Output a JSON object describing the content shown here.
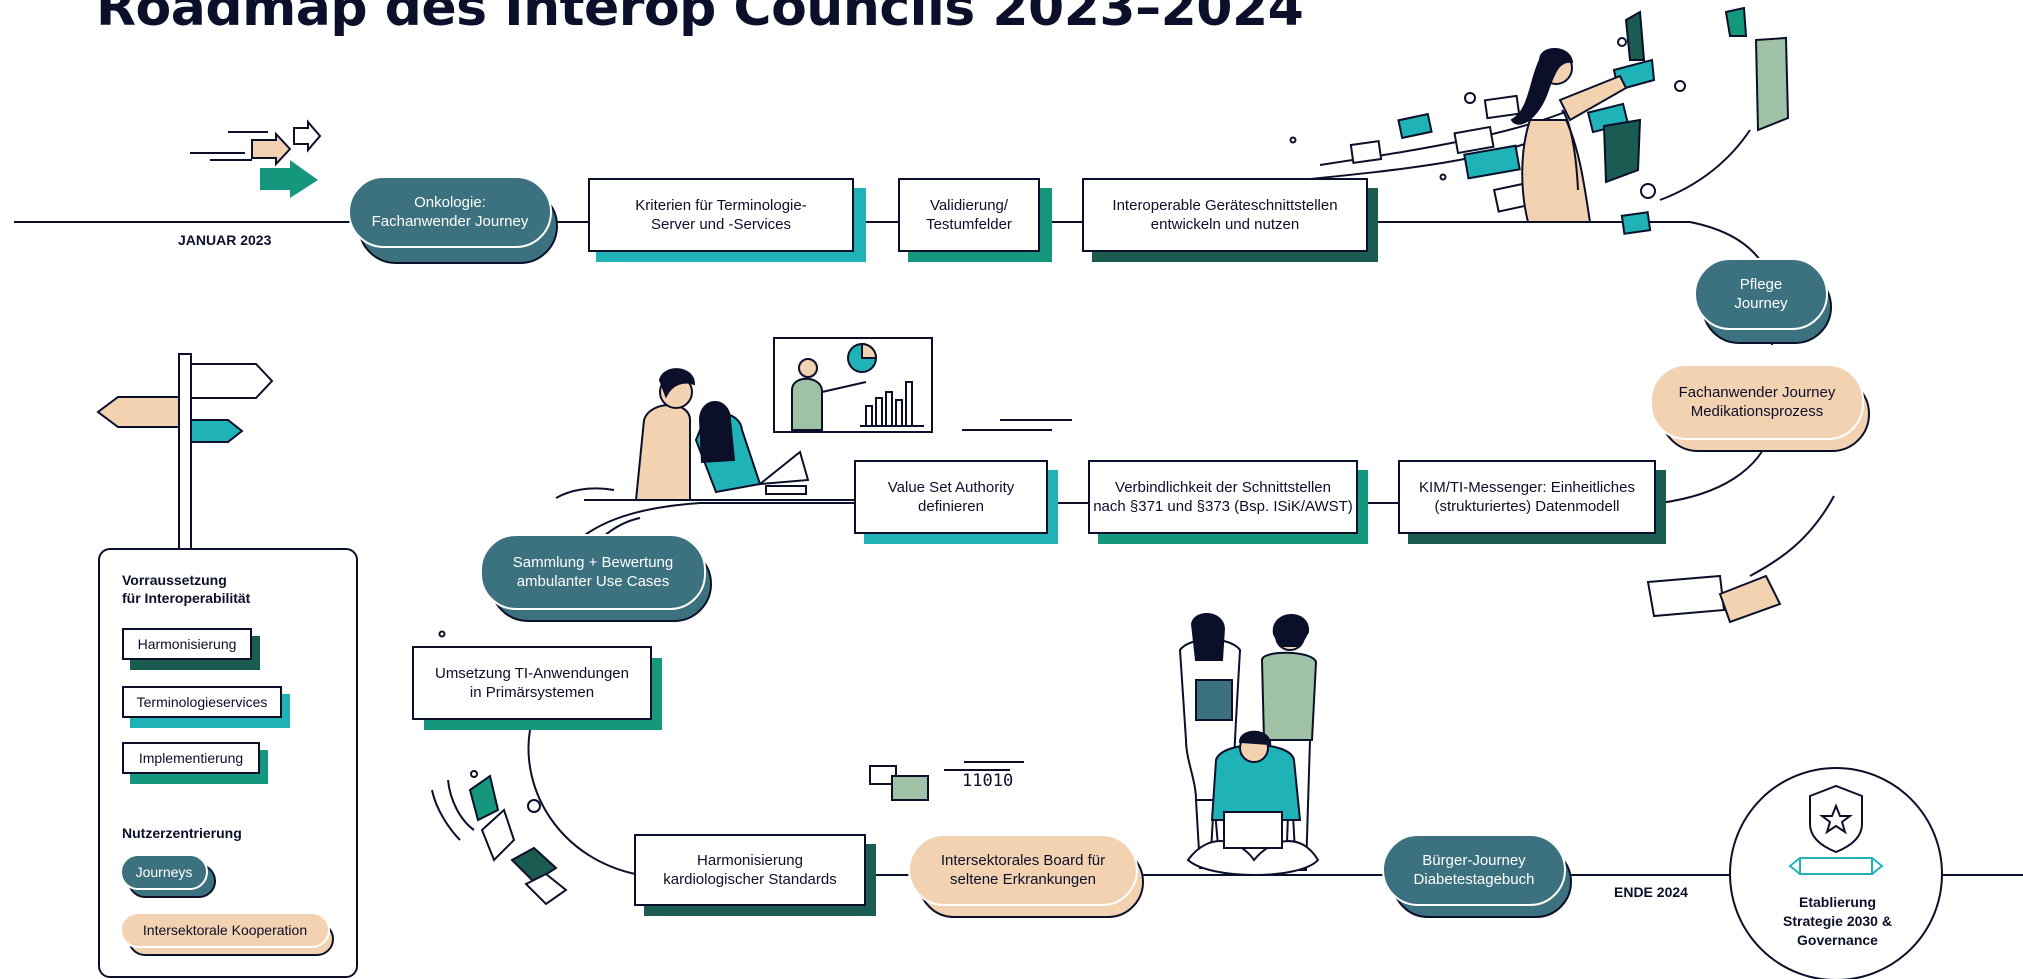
{
  "title": "Roadmap des Interop Councils 2023–2024",
  "colors": {
    "navy": "#0b0f2a",
    "teal_pill": "#3c717f",
    "shadow_dark": "#1b5c52",
    "shadow_light": "#1fb3b8",
    "shadow_mid": "#15977e",
    "peach": "#f3d2b1",
    "sage": "#9fc2a6"
  },
  "timeline": {
    "start_label": "JANUAR 2023",
    "end_label": "ENDE 2024"
  },
  "row1": {
    "pill_onkologie": "Onkologie:\nFachanwender Journey",
    "box_terminologie": "Kriterien für Terminologie-\nServer und -Services",
    "box_validierung": "Validierung/\nTestumfelder",
    "box_geraete": "Interoperable Geräteschnittstellen\nentwickeln und nutzen"
  },
  "curve_right": {
    "pill_pflege": "Pflege\nJourney",
    "pill_medikation": "Fachanwender Journey\nMedikationsprozess"
  },
  "row2": {
    "box_value_set": "Value Set Authority\ndefinieren",
    "box_verbindlichkeit": "Verbindlichkeit der Schnittstellen\nnach §371 und §373 (Bsp. ISiK/AWST)",
    "box_kim": "KIM/TI-Messenger: Einheitliches\n(strukturiertes) Datenmodell"
  },
  "curve_left": {
    "pill_sammlung": "Sammlung + Bewertung\nambulanter Use Cases",
    "box_umsetzung": "Umsetzung TI-Anwendungen\nin Primärsystemen"
  },
  "row3": {
    "box_harmonisierung": "Harmonisierung\nkardiologischer Standards",
    "pill_board": "Intersektorales Board für\nseltene Erkrankungen",
    "pill_buerger": "Bürger-Journey\nDiabetestagebuch",
    "final": "Etablierung\nStrategie 2030 &\nGovernance"
  },
  "decor_binary": "11010",
  "legend": {
    "section1_title": "Vorraussetzung\nfür Interoperabilität",
    "item_harmonisierung": "Harmonisierung",
    "item_terminologie": "Terminologieservices",
    "item_implementierung": "Implementierung",
    "section2_title": "Nutzerzentrierung",
    "item_journeys": "Journeys",
    "item_intersektoral": "Intersektorale Kooperation"
  }
}
